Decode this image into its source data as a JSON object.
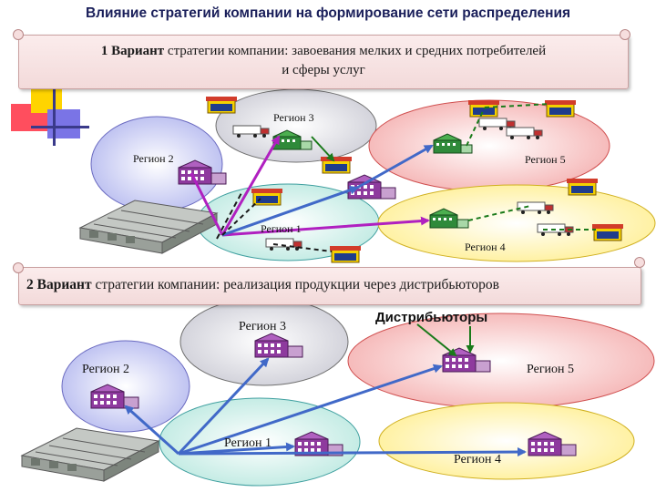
{
  "title": "Влияние стратегий компании на формирование сети распределения",
  "variant1": {
    "lead": "1 Вариант",
    "text_line1": "стратегии компании: завоевания мелких и средних потребителей",
    "text_line2": "и сферы услуг",
    "regions": {
      "region1": "Регион 1",
      "region2": "Регион 2",
      "region3": "Регион 3",
      "region4": "Регион 4",
      "region5": "Регион 5"
    }
  },
  "variant2": {
    "lead": "2 Вариант",
    "text": "стратегии компании: реализация продукции через дистрибьюторов",
    "distributors_label": "Дистрибьюторы",
    "regions": {
      "region1": "Регион 1",
      "region2": "Регион 2",
      "region3": "Регион 3",
      "region4": "Регион 4",
      "region5": "Регион 5"
    }
  },
  "colors": {
    "arrow_primary": "#4169c8",
    "arrow_magenta": "#b020c0",
    "arrow_green": "#1a7a1a",
    "region_blue": "#c8ccf0",
    "region_grey": "#d8d8e0",
    "region_red": "#f7c4c4",
    "region_yellow": "#fff4b8",
    "region_teal": "#cfeee8"
  }
}
